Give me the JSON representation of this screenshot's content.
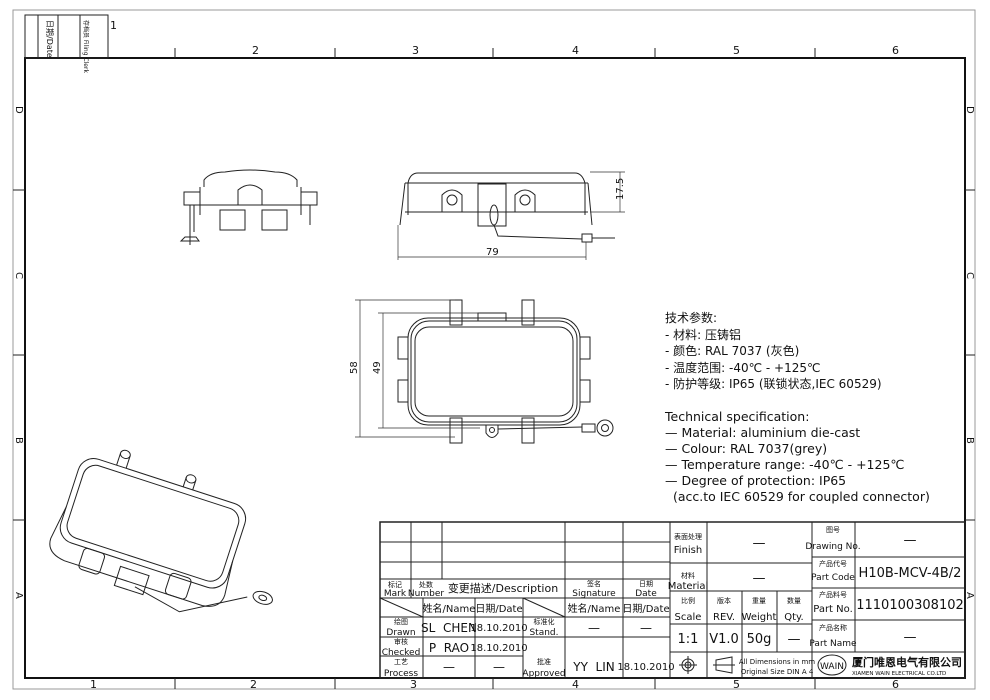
{
  "frame": {
    "zones_top": [
      "1",
      "2",
      "3",
      "4",
      "5",
      "6"
    ],
    "zones_side": [
      "D",
      "C",
      "B",
      "A"
    ],
    "filing": {
      "date_label": "日期/Date",
      "check_label": "存档员 Filing Clerk"
    }
  },
  "dimensions": {
    "height": "17.5",
    "length": "79",
    "outer_width": "58",
    "inner_width": "49"
  },
  "spec_cn": {
    "title": "技术参数:",
    "items": [
      "- 材料: 压铸铝",
      "- 颜色: RAL 7037 (灰色)",
      "- 温度范围: -40℃ - +125℃",
      "- 防护等级: IP65 (联锁状态,IEC 60529)"
    ]
  },
  "spec_en": {
    "title": "Technical specification:",
    "items": [
      "— Material: aluminium die-cast",
      "— Colour: RAL 7037(grey)",
      "— Temperature range: -40℃ - +125℃",
      "— Degree of protection: IP65",
      "  (acc.to IEC 60529 for coupled connector)"
    ]
  },
  "title_block": {
    "rev_header": {
      "mark_cn": "标记",
      "mark": "Mark",
      "number_cn": "处数",
      "number": "Number",
      "description": "变更描述/Description",
      "signature_cn": "签名",
      "signature": "Signature",
      "date_cn": "日期",
      "date": "Date"
    },
    "approvals_header": {
      "name": "姓名/Name",
      "date": "日期/Date",
      "name2": "姓名/Name",
      "date2": "日期/Date"
    },
    "drawn": {
      "label_cn": "绘图",
      "label": "Drawn",
      "name": "SL  CHEN",
      "date": "18.10.2010"
    },
    "stand": {
      "label_cn": "标准化",
      "label": "Stand.",
      "name": "—",
      "date": "—"
    },
    "checked": {
      "label_cn": "审核",
      "label": "Checked",
      "name": "P  RAO",
      "date": "18.10.2010"
    },
    "process": {
      "label_cn": "工艺",
      "label": "Process",
      "name": "—",
      "date": "—"
    },
    "approved": {
      "label_cn": "批准",
      "label": "Approved",
      "name": "YY  LIN",
      "date": "18.10.2010"
    },
    "finish": {
      "label_cn": "表面处理",
      "label": "Finish",
      "value": "—"
    },
    "material": {
      "label_cn": "材料",
      "label": "Material",
      "value": "—"
    },
    "scale": {
      "label_cn": "比例",
      "label": "Scale",
      "value": "1:1"
    },
    "rev": {
      "label_cn": "版本",
      "label": "REV.",
      "value": "V1.0"
    },
    "weight": {
      "label_cn": "重量",
      "label": "Weight",
      "value": "50g"
    },
    "qty": {
      "label_cn": "数量",
      "label": "Qty.",
      "value": "—"
    },
    "dims_note1": "All Dimensions in mm",
    "dims_note2": "Original Size DIN A 4",
    "drawing_no": {
      "label_cn": "图号",
      "label": "Drawing No.",
      "value": "—"
    },
    "part_code": {
      "label_cn": "产品代号",
      "label": "Part Code",
      "value": "H10B-MCV-4B/2"
    },
    "part_no": {
      "label_cn": "产品料号",
      "label": "Part No.",
      "value": "1110100308102"
    },
    "part_name": {
      "label_cn": "产品名称",
      "label": "Part Name",
      "value": "—"
    },
    "company_logo": "WAIN",
    "company_cn": "厦门唯恩电气有限公司",
    "company_en": "XIAMEN WAIN ELECTRICAL CO.LTD"
  }
}
